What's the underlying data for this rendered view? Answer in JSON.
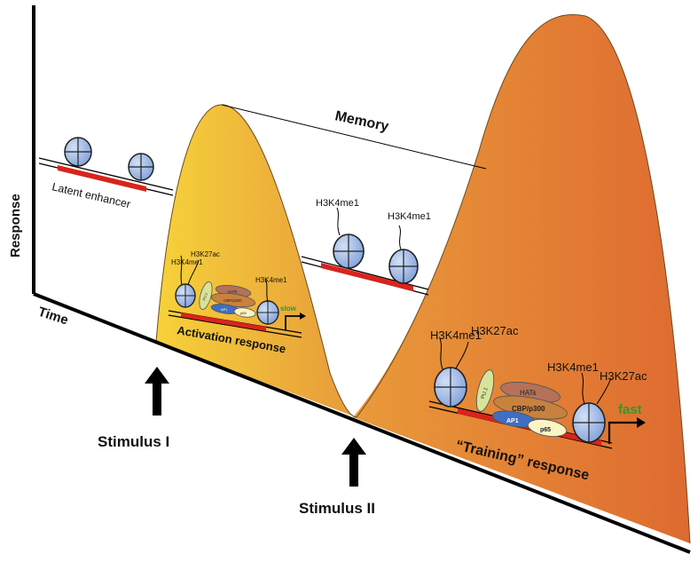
{
  "axes": {
    "y_label": "Response",
    "x_label": "Time"
  },
  "stimuli": {
    "first": "Stimulus I",
    "second": "Stimulus II"
  },
  "memory_label": "Memory",
  "latent": {
    "label": "Latent enhancer"
  },
  "activation": {
    "label": "Activation response",
    "mark_h3k4me1": "H3K4me1",
    "mark_h3k27ac": "H3K27ac",
    "mark_h3k4me1_right": "H3K4me1",
    "speed": "slow",
    "factors": [
      "PU.1",
      "HATs",
      "CBP/p300",
      "AP1",
      "p65"
    ]
  },
  "poised": {
    "mark_left": "H3K4me1",
    "mark_right": "H3K4me1"
  },
  "training": {
    "label": "“Training” response",
    "mark_h3k4me1": "H3K4me1",
    "mark_h3k27ac": "H3K27ac",
    "mark_h3k4me1_right": "H3K4me1",
    "mark_h3k27ac_right": "H3K27ac",
    "speed": "fast",
    "factors": [
      "PU.1",
      "HATs",
      "CBP/p300",
      "AP1",
      "p65"
    ]
  },
  "colors": {
    "curve_left": "#f3c12e",
    "curve_right": "#e06a2e",
    "dna_red": "#d9241c",
    "nucleosome": "#9fb8e6",
    "fast_green": "#2f9a2a",
    "pu1": "#d8e39a",
    "hats": "#b5715a",
    "cbp": "#c9813e",
    "ap1": "#3e6fc4",
    "p65": "#fbf4c4"
  }
}
